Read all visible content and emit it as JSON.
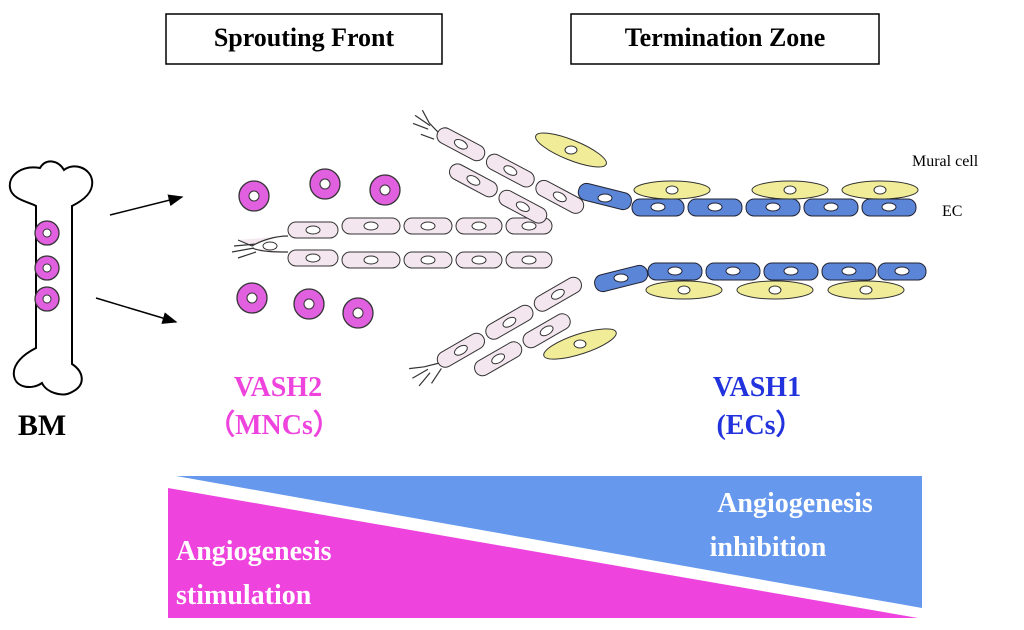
{
  "zones": {
    "sprouting_front": "Sprouting Front",
    "termination_zone": "Termination Zone"
  },
  "labels": {
    "mural_cell": "Mural cell",
    "ec": "EC",
    "bm": "BM",
    "vash2": "VASH2",
    "mncs": "（MNCs）",
    "vash1": "VASH1",
    "ecs": "(ECs）"
  },
  "gradient": {
    "stimulation_line1": "Angiogenesis",
    "stimulation_line2": "stimulation",
    "inhibition_line1": "Angiogenesis",
    "inhibition_line2": "inhibition"
  },
  "colors": {
    "magenta": "#ee44dd",
    "magenta_cell": "#e060e0",
    "blue_text": "#2233dd",
    "blue_band": "#6699ee",
    "ec_blue": "#5b86d8",
    "sprout_cell": "#f3e6ee",
    "mural_yellow": "#f0ec98"
  }
}
